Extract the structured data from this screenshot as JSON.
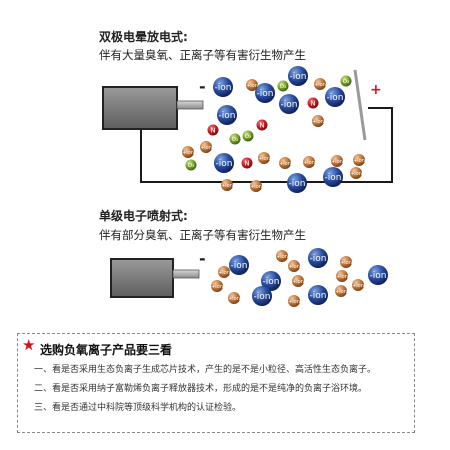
{
  "section1": {
    "title": "双极电晕放电式:",
    "subtitle": "伴有大量臭氧、正离子等有害衍生物产生"
  },
  "section2": {
    "title": "单级电子喷射式:",
    "subtitle": "伴有部分臭氧、正离子等有害衍生物产生"
  },
  "diagram": {
    "minus_sign": "-",
    "plus_sign": "+",
    "particles": {
      "ion_big": "-ion",
      "ion_small": "+ion",
      "nitrogen": "N",
      "ozone": "O₃"
    },
    "colors": {
      "ion_blue": "#1e3f8f",
      "ion_brown": "#b06b35",
      "nitrogen_red": "#c8202a",
      "ozone_green": "#7aa52b",
      "box_gray": "#7a7a7a",
      "plus_red": "#e0141e"
    }
  },
  "tips": {
    "title": "选购负氧离子产品要三看",
    "items": [
      "一、看是否采用生态负离子生成芯片技术，产生的是不是小粒径、高活性生态负离子。",
      "二、看是否采用纳子富勒烯负离子释放器技术，形成的是不是纯净的负离子浴环境。",
      "三、看是否通过中科院等顶级科学机构的认证检验。"
    ]
  }
}
